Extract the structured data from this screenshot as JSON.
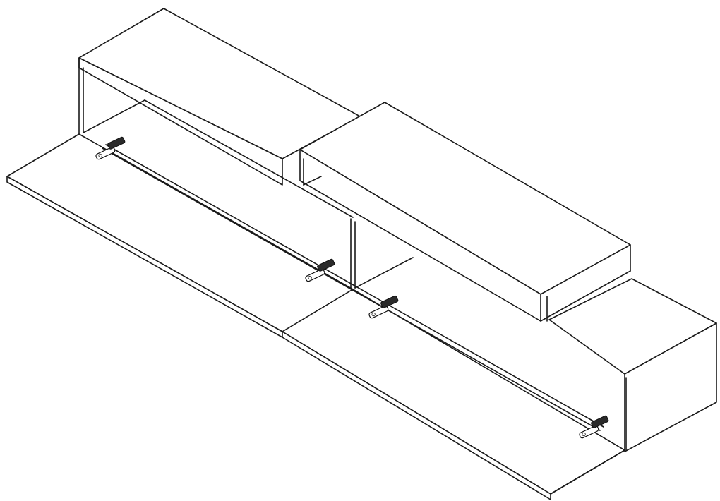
{
  "diagram": {
    "subject": "wall-mounted-tv-cabinet-with-flap-doors",
    "line_color": "#1a1a1a",
    "fill_color": "#ffffff",
    "parts": {
      "upper_left_box": "upper-left-box",
      "center_box": "center-box",
      "lower_right_box": "lower-right-box",
      "left_flap": "left-flap-door",
      "right_flap": "right-flap-door"
    },
    "hinge_count": 4
  }
}
